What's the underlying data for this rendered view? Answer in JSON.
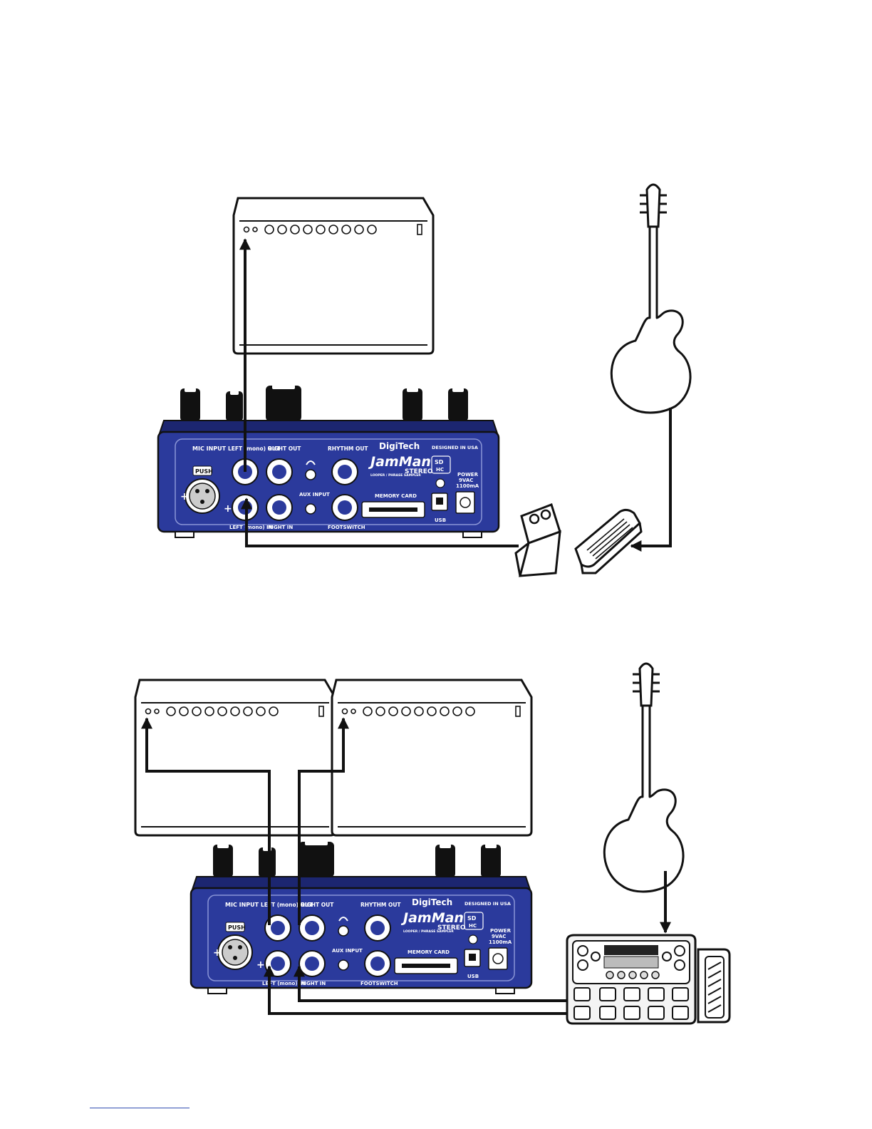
{
  "unit": {
    "brand": "DigiTech",
    "product": "JamMan",
    "product_sub": "STEREO",
    "product_tag": "LOOPER / PHRASE SAMPLER",
    "designed": "DESIGNED IN USA",
    "sd_badge": "SD",
    "hc_badge": "HC",
    "jacks": {
      "mic_input": "MIC INPUT",
      "push": "PUSH",
      "left_out": "LEFT (mono) OUT",
      "right_out": "RIGHT OUT",
      "rhythm_out": "RHYTHM OUT",
      "aux_input": "AUX INPUT",
      "left_in": "LEFT (mono) IN",
      "right_in": "RIGHT IN",
      "footswitch": "FOOTSWITCH",
      "memory_card": "MEMORY CARD",
      "usb": "USB",
      "power_1": "POWER",
      "power_2": "9VAC",
      "power_3": "1100mA"
    }
  },
  "colors": {
    "unit_blue": "#2b3a9c",
    "unit_blue_dark": "#1c2670",
    "cable": "#111111",
    "outline": "#111111",
    "link": "#2f4bb0"
  },
  "icons": [
    "amplifier-icon",
    "guitar-icon",
    "stompbox-pedal-icon",
    "volume-pedal-icon",
    "multi-effects-floorboard-icon",
    "headphone-icon"
  ]
}
